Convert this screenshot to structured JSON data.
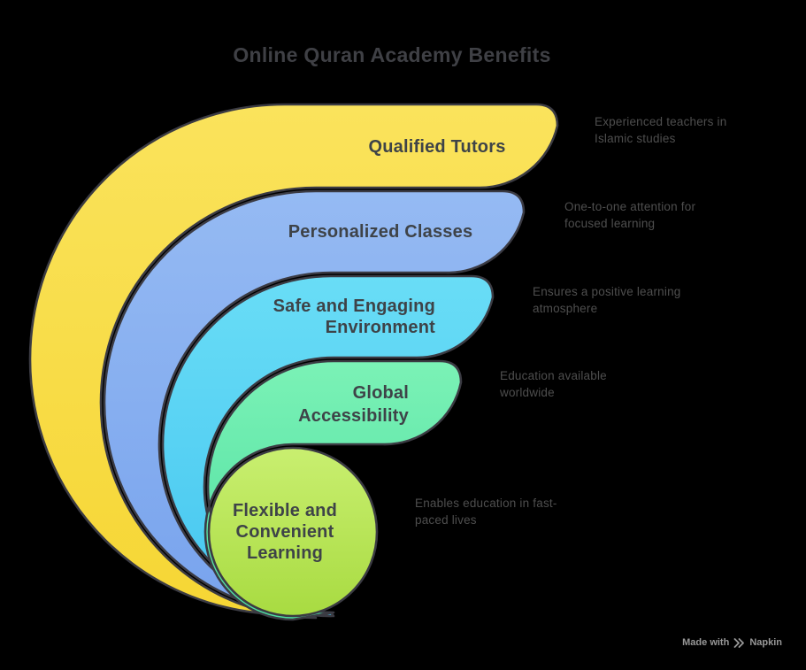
{
  "title": {
    "text": "Online Quran Academy Benefits",
    "color": "#3F4045"
  },
  "background": "#000000",
  "outline_color": "#3B3B43",
  "label_color": "#3E4348",
  "description_color": "#4E4E4E",
  "items": [
    {
      "label": "Qualified Tutors",
      "description": "Experienced teachers in\nIslamic studies",
      "color_top": "#FAE35C",
      "color_bottom": "#F6D634"
    },
    {
      "label": "Personalized Classes",
      "description": "One-to-one attention for\nfocused learning",
      "color_top": "#95BAF3",
      "color_bottom": "#78A3ED"
    },
    {
      "label": "Safe and Engaging\nEnvironment",
      "description": "Ensures a positive learning\natmosphere",
      "color_top": "#69DDF6",
      "color_bottom": "#46C6F0"
    },
    {
      "label": "Global\nAccessibility",
      "description": "Education available\nworldwide",
      "color_top": "#7BF2B6",
      "color_bottom": "#4CDDA0"
    },
    {
      "label": "Flexible and\nConvenient\nLearning",
      "description": "Enables education in fast-\npaced lives",
      "color_top": "#C9EF70",
      "color_bottom": "#A8DB41"
    }
  ],
  "watermark": {
    "prefix": "Made with",
    "brand": "Napkin",
    "color": "#979797"
  }
}
